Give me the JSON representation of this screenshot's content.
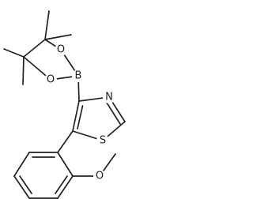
{
  "molecule": {
    "atoms": {
      "o_top": "O",
      "o_bottom": "O",
      "boron": "B",
      "nitrogen": "N",
      "sulfur": "S",
      "o_methoxy": "O"
    }
  }
}
